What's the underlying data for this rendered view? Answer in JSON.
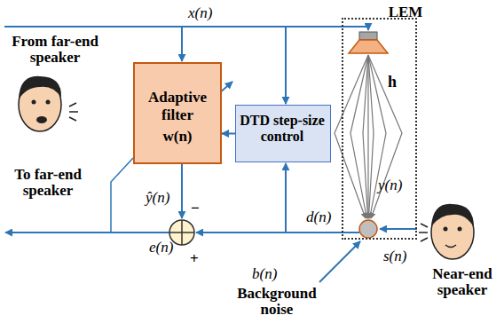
{
  "diagram": {
    "nodes": [
      {
        "text": [
          "Adaptive filter",
          "w(n)"
        ]
      },
      {
        "text": [
          "DTD step-size control"
        ]
      },
      {
        "text": [
          "LEM",
          "h"
        ]
      }
    ],
    "edges": [
      {
        "from": 1,
        "to": 0,
        "arrow": "to"
      }
    ],
    "labels": [
      "x(n)",
      "From far-end speaker",
      "To far-end speaker",
      "ŷ(n)",
      "−",
      "+",
      "e(n)",
      "d(n)",
      "y(n)",
      "s(n)",
      "Near-end speaker",
      "b(n)",
      "Background noise"
    ]
  }
}
